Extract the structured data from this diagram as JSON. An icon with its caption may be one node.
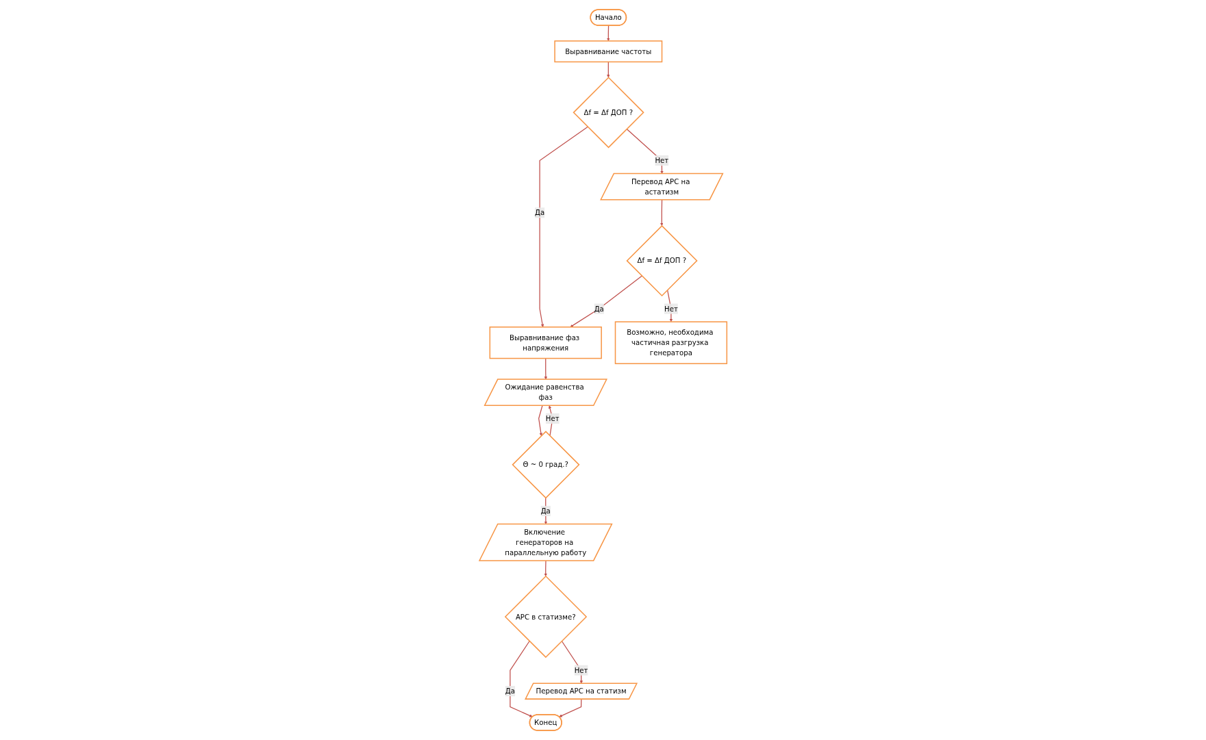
{
  "diagram": {
    "nodes": [
      {
        "text": [
          "Начало"
        ]
      },
      {
        "text": [
          "Выравнивание частоты"
        ]
      },
      {
        "text": [
          "Δf = Δf ДОП ?"
        ]
      },
      {
        "text": [
          "Перевод АРС на астатизм"
        ]
      },
      {
        "text": [
          "Δf = Δf ДОП ?"
        ]
      },
      {
        "text": [
          "Выравнивание фаз напряжения"
        ]
      },
      {
        "text": [
          "Возможно, необходима частичная разгрузка генератора"
        ]
      },
      {
        "text": [
          "Ожидание равенства фаз"
        ]
      },
      {
        "text": [
          "Θ ~ 0 град.?"
        ]
      },
      {
        "text": [
          "Включение генераторов на параллельную работу"
        ]
      },
      {
        "text": [
          "АРС в статизме?"
        ]
      },
      {
        "text": [
          "Перевод АРС на статизм"
        ]
      },
      {
        "text": [
          "Конец"
        ]
      }
    ],
    "edges": [
      {
        "from": 0,
        "to": 1,
        "arrow": "to"
      },
      {
        "from": 1,
        "to": 2,
        "arrow": "to"
      },
      {
        "from": 2,
        "to": 3,
        "arrow": "to",
        "label": "Нет"
      },
      {
        "from": 2,
        "to": 5,
        "arrow": "to",
        "label": "Да"
      },
      {
        "from": 3,
        "to": 4,
        "arrow": "to"
      },
      {
        "from": 4,
        "to": 6,
        "arrow": "to",
        "label": "Нет"
      },
      {
        "from": 4,
        "to": 5,
        "arrow": "to",
        "label": "Да"
      },
      {
        "from": 5,
        "to": 7,
        "arrow": "to"
      },
      {
        "from": 7,
        "to": 8,
        "arrow": "to"
      },
      {
        "from": 8,
        "to": 9,
        "arrow": "to",
        "label": "Да"
      },
      {
        "from": 8,
        "to": 7,
        "arrow": "to",
        "label": "Нет"
      },
      {
        "from": 9,
        "to": 10,
        "arrow": "to"
      },
      {
        "from": 10,
        "to": 11,
        "arrow": "to",
        "label": "Нет"
      },
      {
        "from": 10,
        "to": 12,
        "arrow": "to",
        "label": "Да"
      },
      {
        "from": 11,
        "to": 12,
        "arrow": "to"
      }
    ]
  }
}
